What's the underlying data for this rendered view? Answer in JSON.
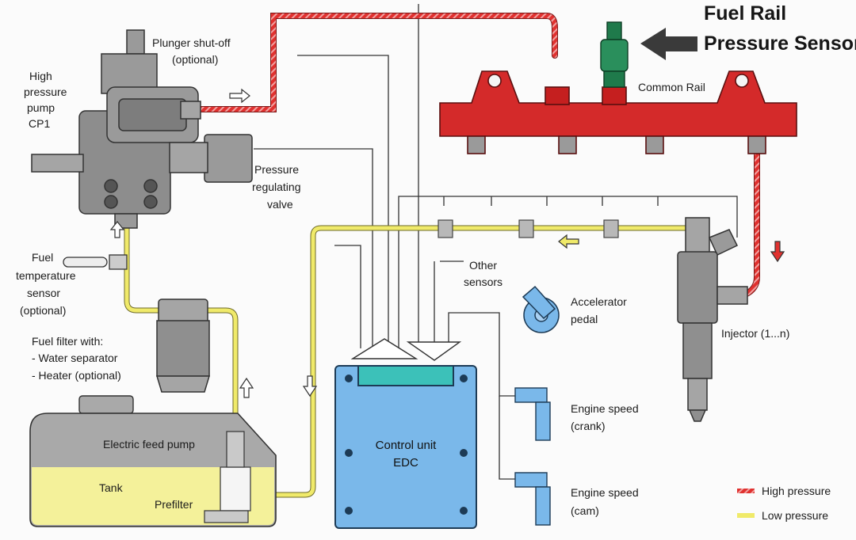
{
  "title": {
    "line1": "Fuel Rail",
    "line2": "Pressure Sensor"
  },
  "labels": {
    "plunger": [
      "Plunger shut-off",
      "(optional)"
    ],
    "pump": [
      "High",
      "pressure",
      "pump",
      "CP1"
    ],
    "prv": [
      "Pressure",
      "regulating",
      "valve"
    ],
    "common_rail": "Common Rail",
    "fuel_temp": [
      "Fuel",
      "temperature",
      "sensor",
      "(optional)"
    ],
    "filter": [
      "Fuel filter with:",
      "- Water separator",
      "- Heater (optional)"
    ],
    "other_sensors": [
      "Other",
      "sensors"
    ],
    "accelerator": [
      "Accelerator",
      "pedal"
    ],
    "injector": "Injector (1...n)",
    "feed_pump": "Electric feed pump",
    "tank": "Tank",
    "prefilter": "Prefilter",
    "control_unit": [
      "Control unit",
      "EDC"
    ],
    "engine_speed_crank": [
      "Engine speed",
      "(crank)"
    ],
    "engine_speed_cam": [
      "Engine speed",
      "(cam)"
    ]
  },
  "legend": [
    {
      "label": "High pressure",
      "color": "#e0312f"
    },
    {
      "label": "Low pressure",
      "color": "#f0ea6a"
    }
  ],
  "colors": {
    "rail": "#d42a2a",
    "edc": "#7ab8ea",
    "tank_fuel": "#f4f19a",
    "pump_gray": "#8d8d8d",
    "sensor_green": "#1f7a4b"
  },
  "icons": [
    "arrow-left-icon",
    "flow-arrow-icon"
  ]
}
